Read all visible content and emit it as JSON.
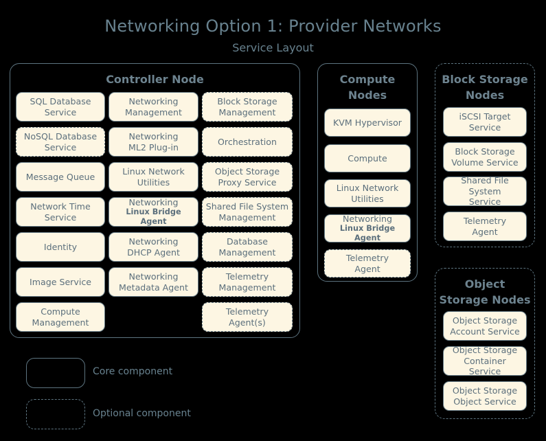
{
  "title": "Networking Option 1: Provider Networks",
  "subtitle": "Service Layout",
  "colors": {
    "background": "#000000",
    "box_fill": "#fdf6e3",
    "box_border": "#6a7f8a",
    "panel_border": "#5d7480",
    "text": "#5b6f7c",
    "title_text": "#68828f"
  },
  "panels": {
    "controller": {
      "title": "Controller Node",
      "style": "core",
      "columns": [
        {
          "items": [
            {
              "l1": "SQL Database",
              "l2": "Service",
              "style": "core"
            },
            {
              "l1": "NoSQL Database",
              "l2": "Service",
              "style": "optional"
            },
            {
              "l1": "Message Queue",
              "l2": "",
              "style": "core"
            },
            {
              "l1": "Network Time",
              "l2": "Service",
              "style": "core"
            },
            {
              "l1": "Identity",
              "l2": "",
              "style": "core"
            },
            {
              "l1": "Image Service",
              "l2": "",
              "style": "core"
            },
            {
              "l1": "Compute",
              "l2": "Management",
              "style": "core"
            }
          ]
        },
        {
          "items": [
            {
              "l1": "Networking",
              "l2": "Management",
              "style": "core"
            },
            {
              "l1": "Networking",
              "l2": "ML2 Plug-in",
              "style": "core"
            },
            {
              "l1": "Linux Network",
              "l2": "Utilities",
              "style": "core"
            },
            {
              "l1": "Networking",
              "l2": "Linux Bridge Agent",
              "style": "core",
              "small_second_line": true
            },
            {
              "l1": "Networking",
              "l2": "DHCP Agent",
              "style": "core"
            },
            {
              "l1": "Networking",
              "l2": "Metadata Agent",
              "style": "core"
            }
          ]
        },
        {
          "items": [
            {
              "l1": "Block Storage",
              "l2": "Management",
              "style": "optional"
            },
            {
              "l1": "Orchestration",
              "l2": "",
              "style": "optional"
            },
            {
              "l1": "Object Storage",
              "l2": "Proxy Service",
              "style": "optional"
            },
            {
              "l1": "Shared File System",
              "l2": "Management",
              "style": "optional"
            },
            {
              "l1": "Database",
              "l2": "Management",
              "style": "optional"
            },
            {
              "l1": "Telemetry",
              "l2": "Management",
              "style": "optional"
            },
            {
              "l1": "Telemetry",
              "l2": "Agent(s)",
              "style": "optional"
            }
          ]
        }
      ]
    },
    "compute": {
      "title_line1": "Compute",
      "title_line2": "Nodes",
      "style": "core",
      "items": [
        {
          "l1": "KVM Hypervisor",
          "l2": "",
          "style": "core"
        },
        {
          "l1": "Compute",
          "l2": "",
          "style": "core"
        },
        {
          "l1": "Linux Network",
          "l2": "Utilities",
          "style": "core"
        },
        {
          "l1": "Networking",
          "l2": "Linux Bridge Agent",
          "style": "core",
          "small_second_line": true
        },
        {
          "l1": "Telemetry",
          "l2": "Agent",
          "style": "optional"
        }
      ]
    },
    "block_storage": {
      "title_line1": "Block Storage",
      "title_line2": "Nodes",
      "style": "optional",
      "items": [
        {
          "l1": "iSCSI Target",
          "l2": "Service",
          "style": "core"
        },
        {
          "l1": "Block Storage",
          "l2": "Volume Service",
          "style": "core"
        },
        {
          "l1": "Shared File System",
          "l2": "Service",
          "style": "core"
        },
        {
          "l1": "Telemetry",
          "l2": "Agent",
          "style": "core"
        }
      ]
    },
    "object_storage": {
      "title_line1": "Object",
      "title_line2": "Storage Nodes",
      "style": "optional",
      "items": [
        {
          "l1": "Object Storage",
          "l2": "Account Service",
          "style": "core"
        },
        {
          "l1": "Object Storage",
          "l2": "Container Service",
          "style": "core"
        },
        {
          "l1": "Object Storage",
          "l2": "Object Service",
          "style": "core"
        }
      ]
    }
  },
  "legend": {
    "core_label": "Core component",
    "optional_label": "Optional component"
  }
}
